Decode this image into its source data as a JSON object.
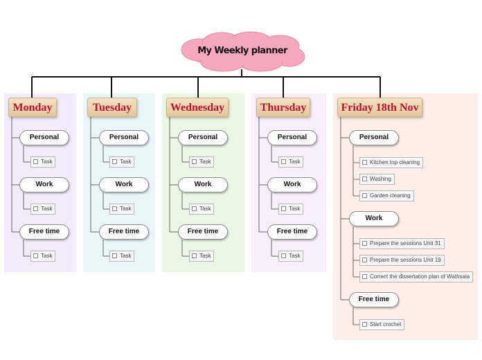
{
  "title": "My Weekly planner",
  "colors": {
    "cloud": "#f7a8c0",
    "day_text": "#c0102f",
    "monday_bg": "#f3ebfb",
    "tuesday_bg": "#e9f7fb",
    "wednesday_bg": "#eaf7e4",
    "thursday_bg": "#f9eefb",
    "friday_bg": "#fdeee8"
  },
  "days": [
    {
      "label": "Monday",
      "categories": [
        {
          "label": "Personal",
          "tasks": [
            "Task"
          ]
        },
        {
          "label": "Work",
          "tasks": [
            "Task"
          ]
        },
        {
          "label": "Free time",
          "tasks": [
            "Task"
          ]
        }
      ]
    },
    {
      "label": "Tuesday",
      "categories": [
        {
          "label": "Personal",
          "tasks": [
            "Task"
          ]
        },
        {
          "label": "Work",
          "tasks": [
            "Task"
          ]
        },
        {
          "label": "Free time",
          "tasks": [
            "Task"
          ]
        }
      ]
    },
    {
      "label": "Wednesday",
      "categories": [
        {
          "label": "Personal",
          "tasks": [
            "Task"
          ]
        },
        {
          "label": "Work",
          "tasks": [
            "Task"
          ]
        },
        {
          "label": "Free time",
          "tasks": [
            "Task"
          ]
        }
      ]
    },
    {
      "label": "Thursday",
      "categories": [
        {
          "label": "Personal",
          "tasks": [
            "Task"
          ]
        },
        {
          "label": "Work",
          "tasks": [
            "Task"
          ]
        },
        {
          "label": "Free time",
          "tasks": [
            "Task"
          ]
        }
      ]
    },
    {
      "label": "Friday 18th Nov",
      "categories": [
        {
          "label": "Personal",
          "tasks": [
            "Kitchen top cleaning",
            "Washing",
            "Garden cleaning"
          ]
        },
        {
          "label": "Work",
          "tasks": [
            "Prepare the sessions Unit 31",
            "Prepare the sessions Unit 19",
            "Correct the dissertation plan of Wathsala"
          ]
        },
        {
          "label": "Free time",
          "tasks": [
            "Start crochet"
          ]
        }
      ]
    }
  ]
}
